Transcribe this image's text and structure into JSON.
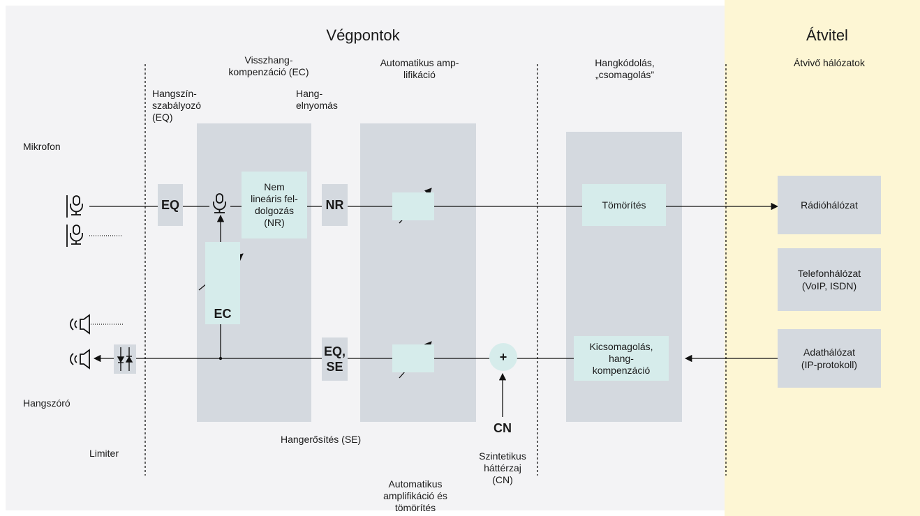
{
  "headings": {
    "endpoints": "Végpontok",
    "transmission": "Átvitel"
  },
  "columns": {
    "equalizer": "Hangszín-\nszabályozó\n(EQ)",
    "echo_comp": "Visszhang-\nkompenzáció (EC)",
    "noise_supp": "Hang-\nelnyomás",
    "auto_amp": "Automatikus amp-\nlifikáció",
    "codec": "Hangkódolás,\n„csomagolás”",
    "networks": "Átvivő hálózatok"
  },
  "side_labels": {
    "microphone": "Mikrofon",
    "speaker": "Hangszóró",
    "limiter": "Limiter"
  },
  "blocks": {
    "eq_top": "EQ",
    "nonlinear": "Nem\nlineáris fel-\ndolgozás\n(NR)",
    "nr": "NR",
    "ec": "EC",
    "eq_se": "EQ,\nSE",
    "compression": "Tömörítés",
    "unpack": "Kicsomagolás,\nhang-\nkompenzáció",
    "plus": "+",
    "cn": "CN"
  },
  "bottom_labels": {
    "gain": "Hangerősítés (SE)",
    "comfort_noise": "Szintetikus\nháttérzaj\n(CN)",
    "auto_amp_comp": "Automatikus\namplifikáció és\ntömörítés"
  },
  "networks": [
    "Rádióhálózat",
    "Telefonhálózat\n(VoIP, ISDN)",
    "Adathálózat\n(IP-protokoll)"
  ],
  "icons": [
    "microphone-icon",
    "speaker-icon",
    "limiter-icon",
    "variable-gain-icon",
    "adder-icon"
  ],
  "colors": {
    "panel": "#f3f3f5",
    "transmission_panel": "#fdf6d4",
    "block": "#d4d9df",
    "sub_block": "#d6eceb"
  }
}
